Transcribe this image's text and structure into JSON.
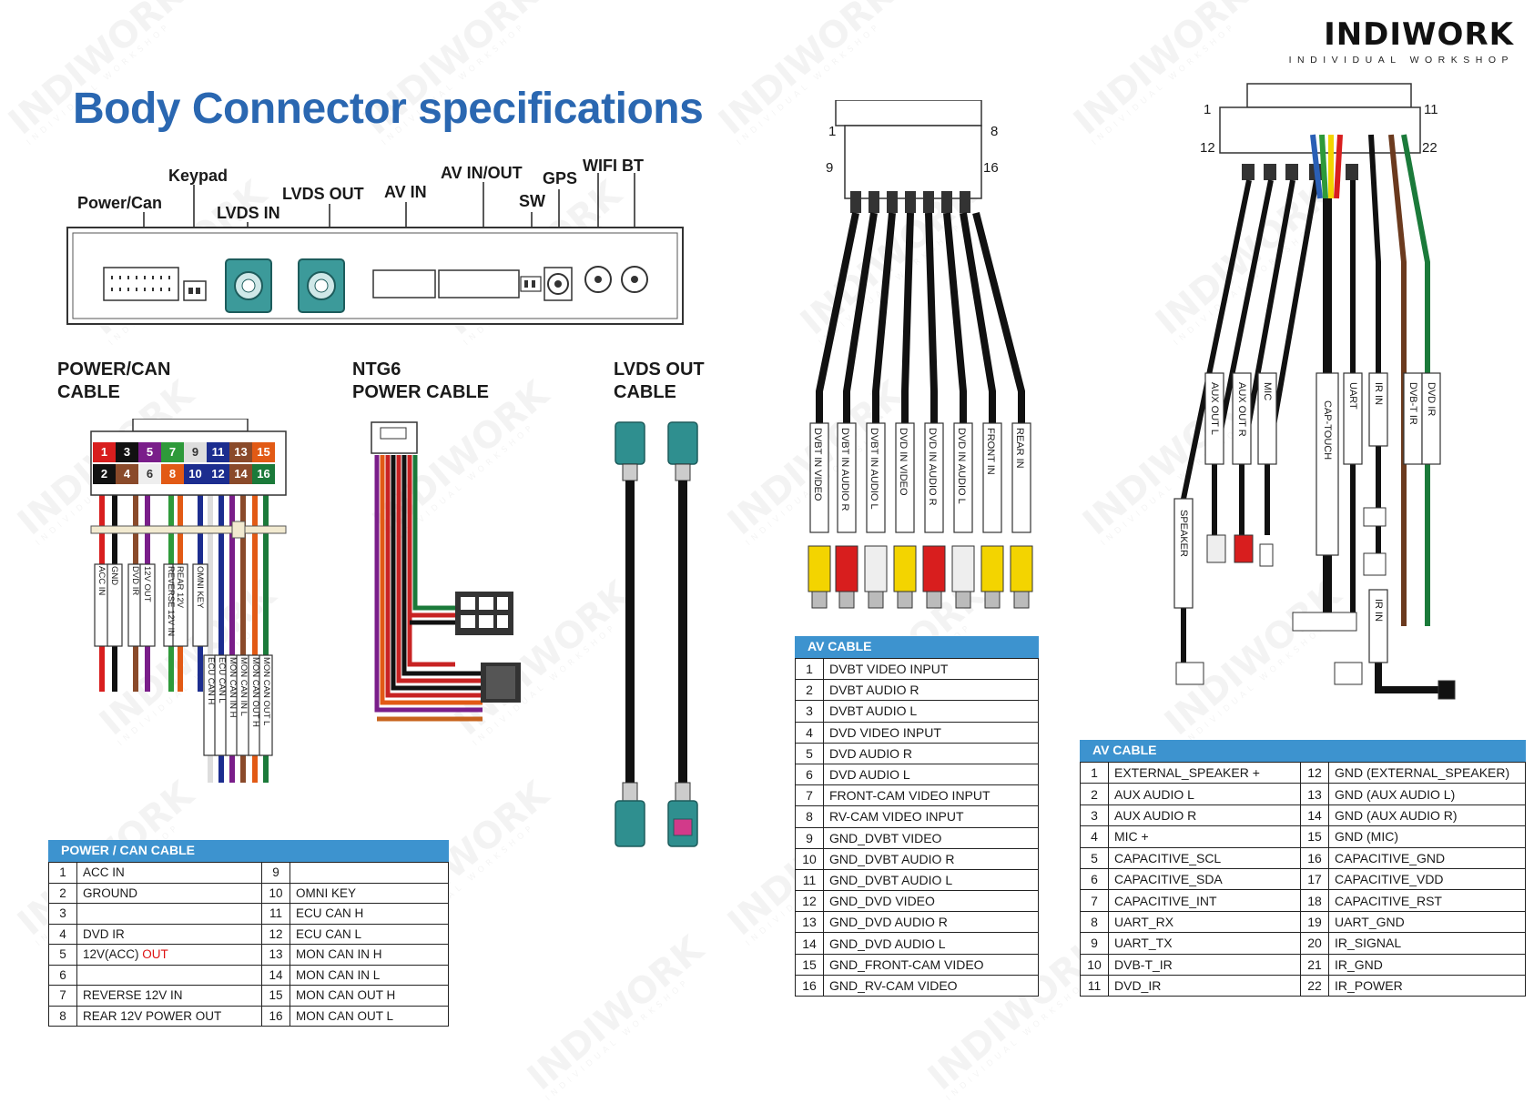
{
  "title": "Body Connector specifications",
  "logo": {
    "mark": "INDIWORK",
    "sub": "INDIVIDUAL WORKSHOP"
  },
  "connector_labels": {
    "power_can": "Power/Can",
    "keypad": "Keypad",
    "lvds_in": "LVDS IN",
    "lvds_out": "LVDS OUT",
    "av_in": "AV IN",
    "av_in_out": "AV IN/OUT",
    "sw": "SW",
    "gps": "GPS",
    "wifi_bt": "WIFI BT"
  },
  "sections": {
    "power_can_l1": "POWER/CAN",
    "power_can_l2": "CABLE",
    "ntg6_l1": "NTG6",
    "ntg6_l2": "POWER CABLE",
    "lvds_l1": "LVDS OUT",
    "lvds_l2": "CABLE"
  },
  "power_pins_top": [
    "1",
    "3",
    "5",
    "7",
    "9",
    "11",
    "13",
    "15"
  ],
  "power_pins_bottom": [
    "2",
    "4",
    "6",
    "8",
    "10",
    "12",
    "14",
    "16"
  ],
  "power_wire_labels": [
    "ACC IN",
    "GND",
    "DVD IR",
    "12V OUT",
    "REVERSE 12V IN",
    "REAR 12V",
    "OMNI KEY",
    "ECU CAN H",
    "ECU CAN L",
    "MON CAN IN H",
    "MON CAN IN L",
    "MON CAN OUT H",
    "MON CAN OUT L"
  ],
  "power_table": {
    "header": "POWER / CAN CABLE",
    "rows": [
      {
        "n1": "1",
        "l1": "ACC IN",
        "n2": "9",
        "l2": ""
      },
      {
        "n1": "2",
        "l1": "GROUND",
        "n2": "10",
        "l2": "OMNI KEY"
      },
      {
        "n1": "3",
        "l1": "",
        "n2": "11",
        "l2": "ECU CAN H"
      },
      {
        "n1": "4",
        "l1": "DVD IR",
        "n2": "12",
        "l2": "ECU CAN L"
      },
      {
        "n1": "5",
        "l1": "12V(ACC)",
        "l1b": "OUT",
        "n2": "13",
        "l2": "MON CAN IN H"
      },
      {
        "n1": "6",
        "l1": "",
        "n2": "14",
        "l2": "MON CAN IN L"
      },
      {
        "n1": "7",
        "l1": "REVERSE 12V IN",
        "n2": "15",
        "l2": "MON CAN OUT H"
      },
      {
        "n1": "8",
        "l1": "REAR 12V POWER OUT",
        "n2": "16",
        "l2": "MON CAN OUT L"
      }
    ]
  },
  "av_connector": {
    "p1": "1",
    "p8": "8",
    "p9": "9",
    "p16": "16"
  },
  "av_cable_labels": [
    "DVBT IN VIDEO",
    "DVBT IN AUDIO R",
    "DVBT IN AUDIO L",
    "DVD IN VIDEO",
    "DVD IN AUDIO R",
    "DVD IN AUDIO L",
    "FRONT IN",
    "REAR IN"
  ],
  "av_table": {
    "header": "AV CABLE",
    "rows": [
      {
        "n": "1",
        "l": "DVBT VIDEO INPUT"
      },
      {
        "n": "2",
        "l": "DVBT AUDIO R"
      },
      {
        "n": "3",
        "l": "DVBT AUDIO L"
      },
      {
        "n": "4",
        "l": "DVD VIDEO INPUT"
      },
      {
        "n": "5",
        "l": "DVD AUDIO R"
      },
      {
        "n": "6",
        "l": "DVD AUDIO L"
      },
      {
        "n": "7",
        "l": "FRONT-CAM VIDEO INPUT"
      },
      {
        "n": "8",
        "l": "RV-CAM VIDEO INPUT"
      },
      {
        "n": "9",
        "l": "GND_DVBT VIDEO"
      },
      {
        "n": "10",
        "l": "GND_DVBT AUDIO R"
      },
      {
        "n": "11",
        "l": "GND_DVBT AUDIO L"
      },
      {
        "n": "12",
        "l": "GND_DVD VIDEO"
      },
      {
        "n": "13",
        "l": "GND_DVD AUDIO R"
      },
      {
        "n": "14",
        "l": "GND_DVD AUDIO L"
      },
      {
        "n": "15",
        "l": "GND_FRONT-CAM VIDEO"
      },
      {
        "n": "16",
        "l": "GND_RV-CAM VIDEO"
      }
    ]
  },
  "av2_connector": {
    "p1": "1",
    "p11": "11",
    "p12": "12",
    "p22": "22"
  },
  "av2_cable_labels": {
    "speaker": "SPEAKER",
    "aux_l": "AUX OUT L",
    "aux_r": "AUX OUT R",
    "mic": "MIC",
    "cap": "CAP-TOUCH",
    "uart": "UART",
    "ir_in": "IR IN",
    "dvbt_ir": "DVB-T IR",
    "dvd_ir": "DVD IR",
    "ir_in2": "IR IN"
  },
  "av2_table": {
    "header": "AV CABLE",
    "rows": [
      {
        "n1": "1",
        "l1": "EXTERNAL_SPEAKER +",
        "n2": "12",
        "l2": "GND (EXTERNAL_SPEAKER)"
      },
      {
        "n1": "2",
        "l1": "AUX AUDIO L",
        "n2": "13",
        "l2": "GND (AUX AUDIO L)"
      },
      {
        "n1": "3",
        "l1": "AUX AUDIO R",
        "n2": "14",
        "l2": "GND (AUX AUDIO R)"
      },
      {
        "n1": "4",
        "l1": "MIC +",
        "n2": "15",
        "l2": "GND (MIC)"
      },
      {
        "n1": "5",
        "l1": "CAPACITIVE_SCL",
        "n2": "16",
        "l2": "CAPACITIVE_GND"
      },
      {
        "n1": "6",
        "l1": "CAPACITIVE_SDA",
        "n2": "17",
        "l2": "CAPACITIVE_VDD"
      },
      {
        "n1": "7",
        "l1": "CAPACITIVE_INT",
        "n2": "18",
        "l2": "CAPACITIVE_RST"
      },
      {
        "n1": "8",
        "l1": "UART_RX",
        "n2": "19",
        "l2": "UART_GND"
      },
      {
        "n1": "9",
        "l1": "UART_TX",
        "n2": "20",
        "l2": "IR_SIGNAL"
      },
      {
        "n1": "10",
        "l1": "DVB-T_IR",
        "n2": "21",
        "l2": "IR_GND"
      },
      {
        "n1": "11",
        "l1": "DVD_IR",
        "n2": "22",
        "l2": "IR_POWER"
      }
    ]
  },
  "colors": {
    "title": "#2a67b1",
    "table_header": "#3d93cf",
    "fakra_teal": "#2f8f8f",
    "fakra_pink": "#d23a8a"
  }
}
